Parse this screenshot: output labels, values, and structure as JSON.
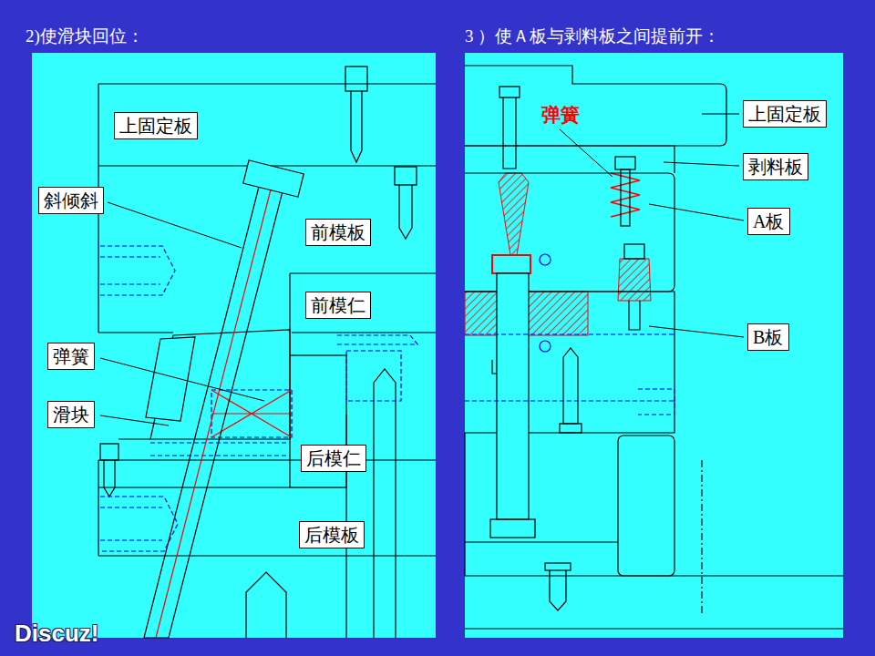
{
  "diagram": {
    "nodes": [
      {
        "text": [
          "2)使滑块回位："
        ]
      },
      {
        "text": [
          "上固定板"
        ],
        "in": 0
      },
      {
        "text": [
          "斜倾斜"
        ],
        "in": 0
      },
      {
        "text": [
          "前模板"
        ],
        "in": 0
      },
      {
        "text": [
          "前模仁"
        ],
        "in": 0
      },
      {
        "text": [
          "弹簧"
        ],
        "in": 0
      },
      {
        "text": [
          "滑块"
        ],
        "in": 0
      },
      {
        "text": [
          "后模仁"
        ],
        "in": 0
      },
      {
        "text": [
          "后模板"
        ],
        "in": 0
      },
      {
        "text": [
          "3 ）使Ａ板与剥料板之间提前开："
        ]
      },
      {
        "text": [
          "上固定板"
        ],
        "in": 9
      },
      {
        "text": [
          "剥料板"
        ],
        "in": 9
      },
      {
        "text": [
          "A板"
        ],
        "in": 9
      },
      {
        "text": [
          "B板"
        ],
        "in": 9
      }
    ],
    "labels": [
      "弹簧",
      "Discuz!"
    ]
  }
}
